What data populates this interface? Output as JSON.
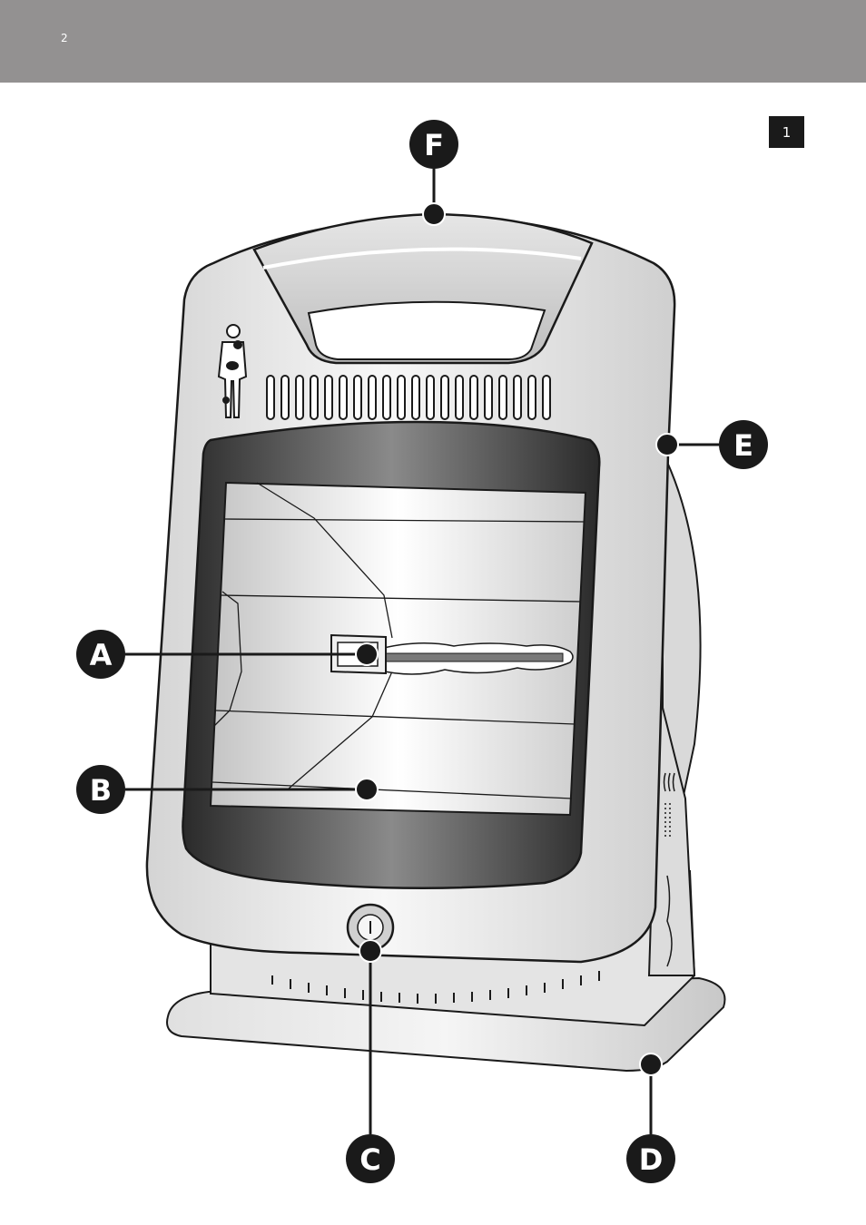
{
  "header": {
    "page_number": "2"
  },
  "figure": {
    "number": "1"
  },
  "callouts": {
    "A": "A",
    "B": "B",
    "C": "C",
    "D": "D",
    "E": "E",
    "F": "F"
  },
  "colors": {
    "header_bar": "#939191",
    "badge": "#1a1a1a",
    "outline": "#1a1a1a",
    "body_light": "#f2f2f2",
    "body_shade": "#cfcfcf"
  }
}
